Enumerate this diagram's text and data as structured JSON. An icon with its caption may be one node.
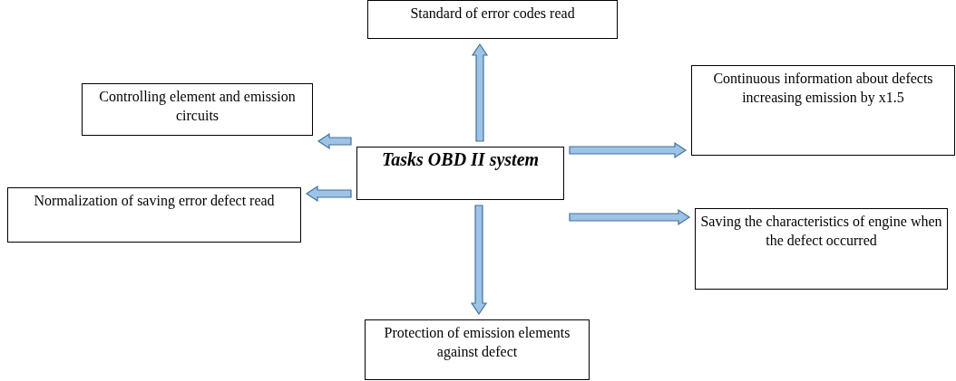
{
  "diagram": {
    "nodes": [
      {
        "text": [
          "Standard of error codes read"
        ]
      },
      {
        "text": [
          "Controlling element and emission circuits"
        ]
      },
      {
        "text": [
          "Continuous information about defects increasing emission by x1.5"
        ]
      },
      {
        "text": [
          "Tasks OBD II system"
        ]
      },
      {
        "text": [
          "Normalization of saving error defect read"
        ]
      },
      {
        "text": [
          "Saving the characteristics of engine when the defect occurred"
        ]
      },
      {
        "text": [
          "Protection of emission elements against defect"
        ]
      }
    ],
    "edges": [
      {
        "from": 3,
        "to": 0,
        "arrow": "to"
      },
      {
        "from": 3,
        "to": 1,
        "arrow": "to"
      },
      {
        "from": 3,
        "to": 2,
        "arrow": "to"
      },
      {
        "from": 3,
        "to": 4,
        "arrow": "to"
      },
      {
        "from": 3,
        "to": 5,
        "arrow": "to"
      },
      {
        "from": 3,
        "to": 6,
        "arrow": "to"
      }
    ]
  }
}
